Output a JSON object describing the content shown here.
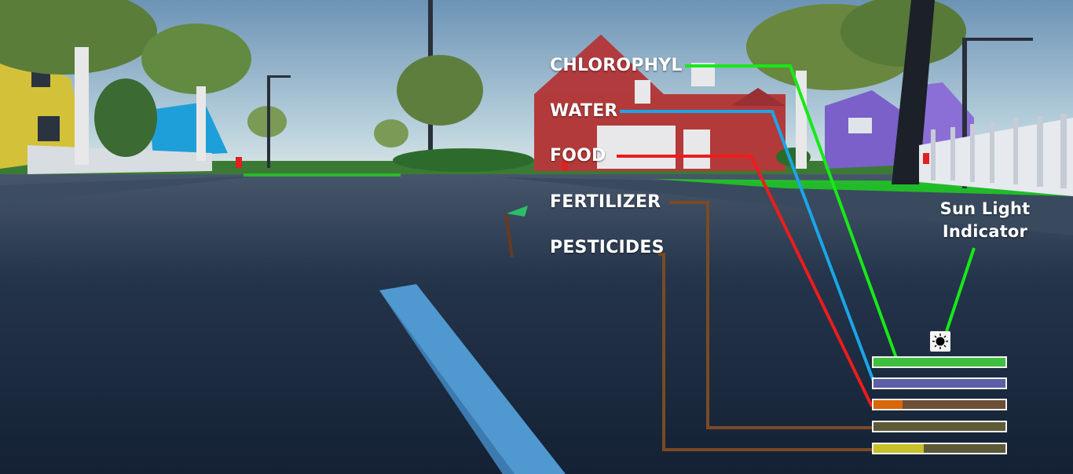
{
  "hud": {
    "labels": {
      "chlorophyl": "CHLOROPHYL",
      "water": "WATER",
      "food": "FOOD",
      "fertilizer": "FERTILIZER",
      "pesticides": "PESTICIDES",
      "sun_line1": "Sun Light",
      "sun_line2": "Indicator"
    },
    "bars": [
      {
        "name": "chlorophyl",
        "level": 1.0,
        "fill_color": "#3fbf3f",
        "track_color": "#3fbf3f",
        "line_color": "#18e818"
      },
      {
        "name": "water",
        "level": 1.0,
        "fill_color": "#5a5fa8",
        "track_color": "#5a5fa8",
        "line_color": "#1aa6e8"
      },
      {
        "name": "food",
        "level": 0.22,
        "fill_color": "#d8660a",
        "track_color": "#6b4e35",
        "line_color": "#ee1c1c"
      },
      {
        "name": "fertilizer",
        "level": 1.0,
        "fill_color": "#5d5a38",
        "track_color": "#5d5a38",
        "line_color": "#7a4a24"
      },
      {
        "name": "pesticides",
        "level": 0.38,
        "fill_color": "#c8c028",
        "track_color": "#5d5a38",
        "line_color": "#7a4a24"
      }
    ],
    "sun_icon": "sun-icon",
    "sun_line_color": "#18e818"
  }
}
